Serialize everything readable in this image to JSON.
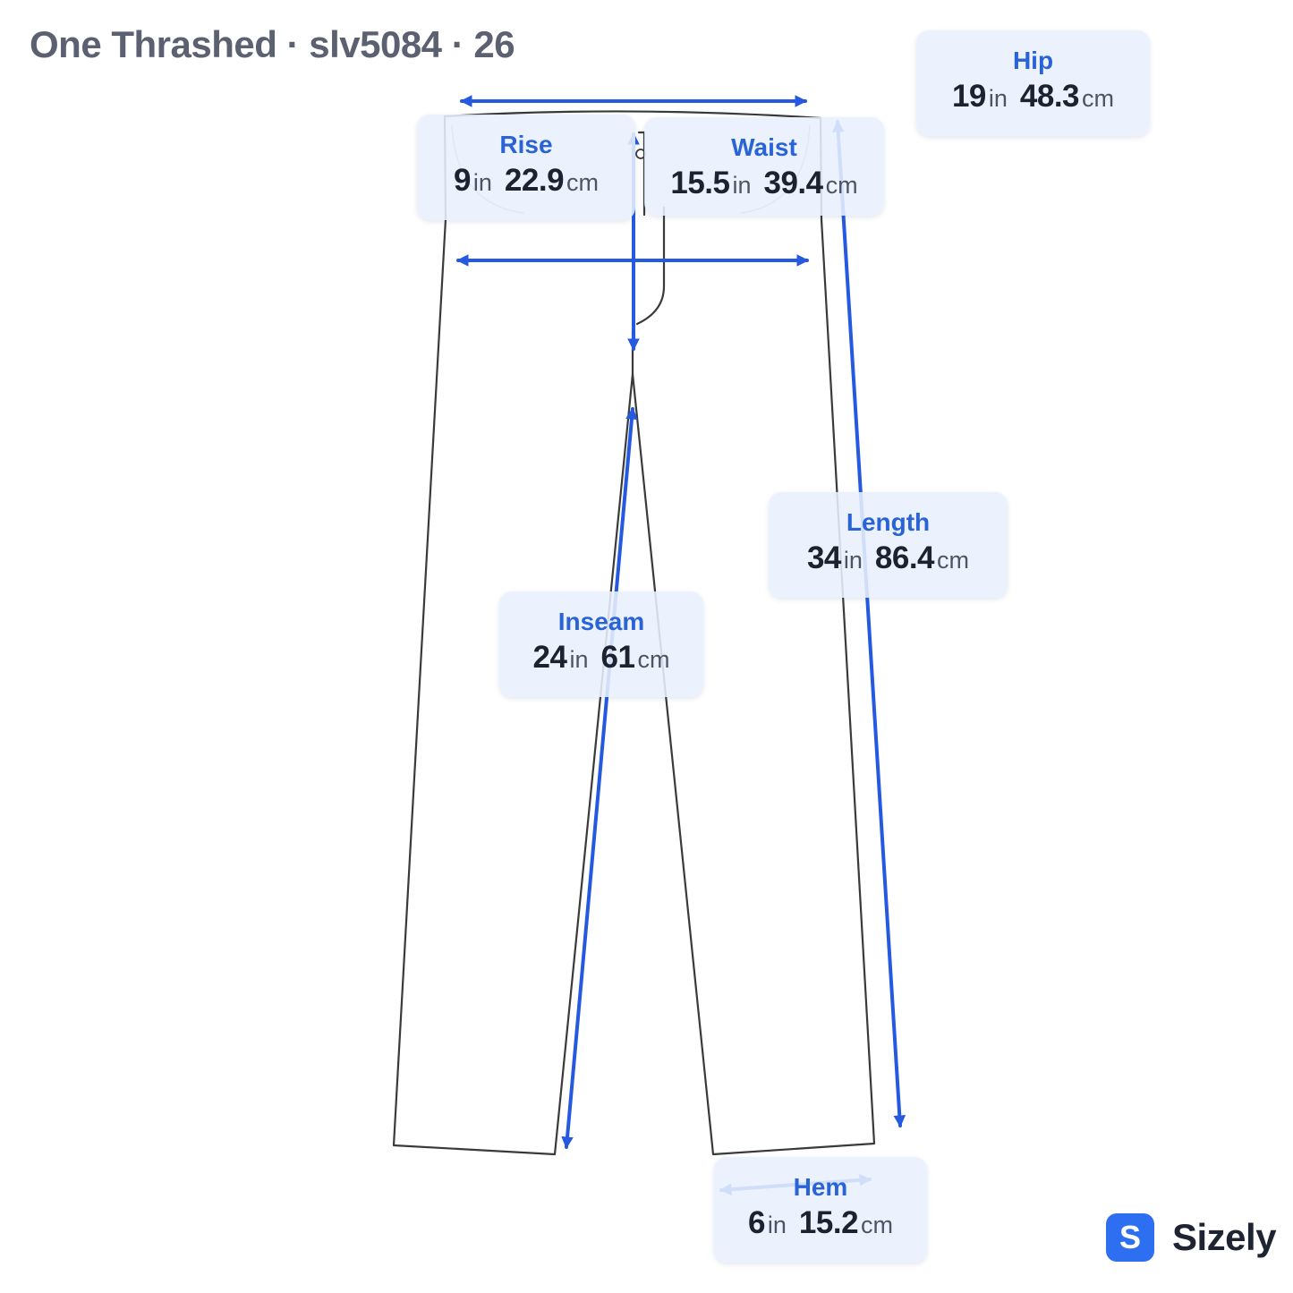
{
  "title": "One Thrashed · slv5084 · 26",
  "brand": {
    "logo_letter": "S",
    "name": "Sizely"
  },
  "colors": {
    "accent": "#2a63d6",
    "arrow": "#2459e0",
    "outline": "#3a3a3a",
    "card_bg": "#e8f0fd",
    "logo_bg": "#2d6ff0"
  },
  "measurements": {
    "hip": {
      "label": "Hip",
      "in": "19",
      "cm": "48.3"
    },
    "rise": {
      "label": "Rise",
      "in": "9",
      "cm": "22.9"
    },
    "waist": {
      "label": "Waist",
      "in": "15.5",
      "cm": "39.4"
    },
    "length": {
      "label": "Length",
      "in": "34",
      "cm": "86.4"
    },
    "inseam": {
      "label": "Inseam",
      "in": "24",
      "cm": "61"
    },
    "hem": {
      "label": "Hem",
      "in": "6",
      "cm": "15.2"
    }
  },
  "units": {
    "in": "in",
    "cm": "cm"
  }
}
